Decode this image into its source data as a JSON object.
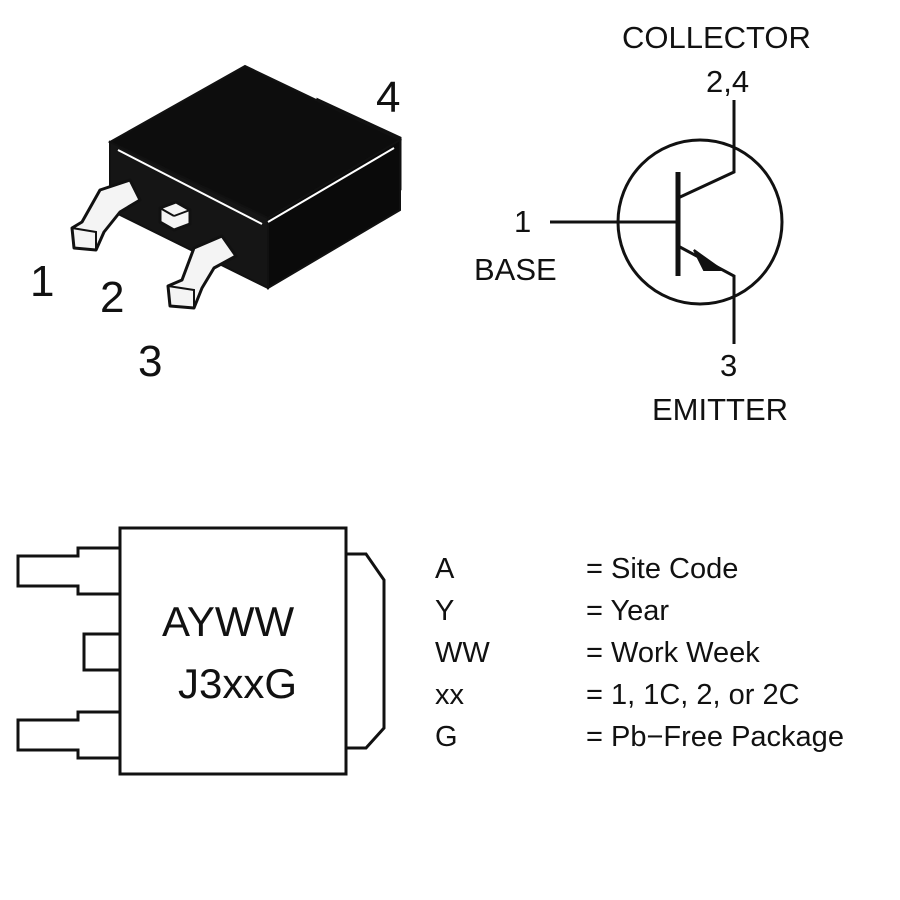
{
  "package_view": {
    "pin_labels": [
      "1",
      "2",
      "3",
      "4"
    ]
  },
  "schematic": {
    "collector_label": "COLLECTOR",
    "collector_pins": "2,4",
    "base_pin": "1",
    "base_label": "BASE",
    "emitter_pin": "3",
    "emitter_label": "EMITTER"
  },
  "marking": {
    "line1": "AYWW",
    "line2": "J3xxG"
  },
  "legend": [
    {
      "code": "A",
      "desc": "= Site Code"
    },
    {
      "code": "Y",
      "desc": "= Year"
    },
    {
      "code": "WW",
      "desc": "= Work Week"
    },
    {
      "code": "xx",
      "desc": "= 1, 1C, 2, or 2C"
    },
    {
      "code": "G",
      "desc": "= Pb−Free Package"
    }
  ],
  "colors": {
    "body": "#0d0d0d",
    "leads": "#f4f4f4",
    "stroke": "#111111"
  }
}
